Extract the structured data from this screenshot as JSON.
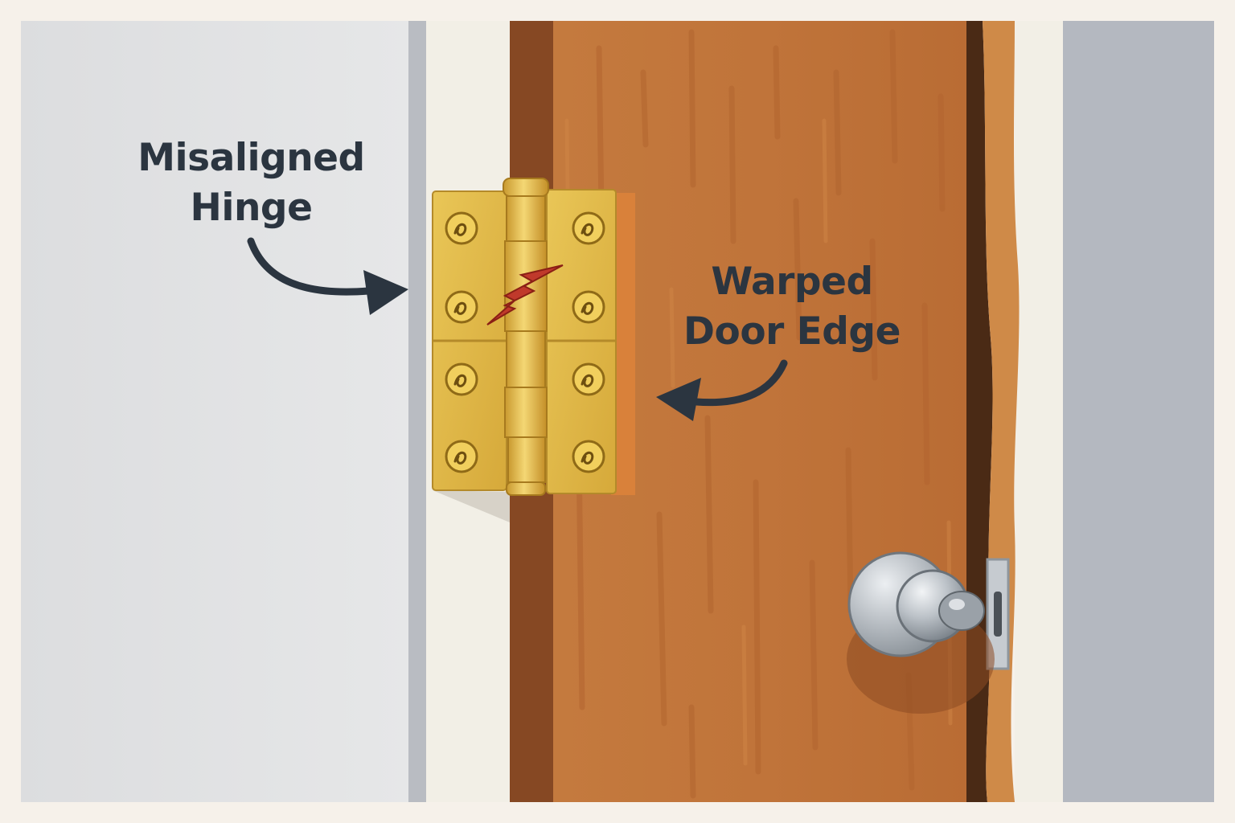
{
  "labels": {
    "misaligned_hinge": {
      "line1": "Misaligned",
      "line2": "Hinge"
    },
    "warped_door_edge": {
      "line1": "Warped",
      "line2": "Door Edge"
    }
  },
  "colors": {
    "background": "#f6f1ea",
    "wall": "#dedfe1",
    "door_wood": "#c0743a",
    "door_dark": "#864823",
    "hinge_brass": "#e0b543",
    "crack": "#c0392b",
    "knob_steel": "#b7bdc3",
    "label_text": "#2b3540"
  },
  "icons": {
    "arrows": [
      "curved-arrow-right-icon",
      "curved-arrow-left-icon"
    ],
    "crack": "lightning-crack-icon"
  }
}
